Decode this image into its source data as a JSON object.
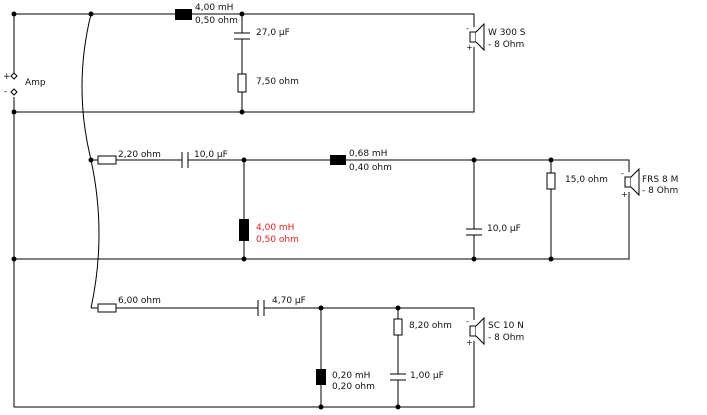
{
  "amp": {
    "label": "Amp",
    "plus": "+",
    "minus": "-"
  },
  "branch_top": {
    "series_inductor": {
      "value": "4,00 mH",
      "resistance": "0,50 ohm"
    },
    "shunt_capacitor": {
      "value": "27,0 µF"
    },
    "shunt_resistor": {
      "value": "7,50 ohm"
    },
    "driver": {
      "name": "W 300 S",
      "impedance": "- 8 Ohm"
    }
  },
  "branch_mid": {
    "series_resistor": {
      "value": "2,20 ohm"
    },
    "series_capacitor": {
      "value": "10,0 µF"
    },
    "shunt_inductor": {
      "value": "4,00 mH",
      "resistance": "0,50 ohm",
      "color": "#e8211f"
    },
    "series_inductor": {
      "value": "0,68 mH",
      "resistance": "0,40 ohm"
    },
    "shunt_capacitor": {
      "value": "10,0 µF"
    },
    "shunt_resistor": {
      "value": "15,0 ohm"
    },
    "driver": {
      "name": "FRS 8 M",
      "impedance": "- 8 Ohm"
    }
  },
  "branch_bot": {
    "series_resistor": {
      "value": "6,00 ohm"
    },
    "series_capacitor": {
      "value": "4,70 µF"
    },
    "shunt_inductor": {
      "value": "0,20 mH",
      "resistance": "0,20 ohm"
    },
    "shunt_resistor": {
      "value": "8,20 ohm"
    },
    "shunt_capacitor": {
      "value": "1,00 µF"
    },
    "driver": {
      "name": "SC 10 N",
      "impedance": "- 8 Ohm"
    }
  }
}
